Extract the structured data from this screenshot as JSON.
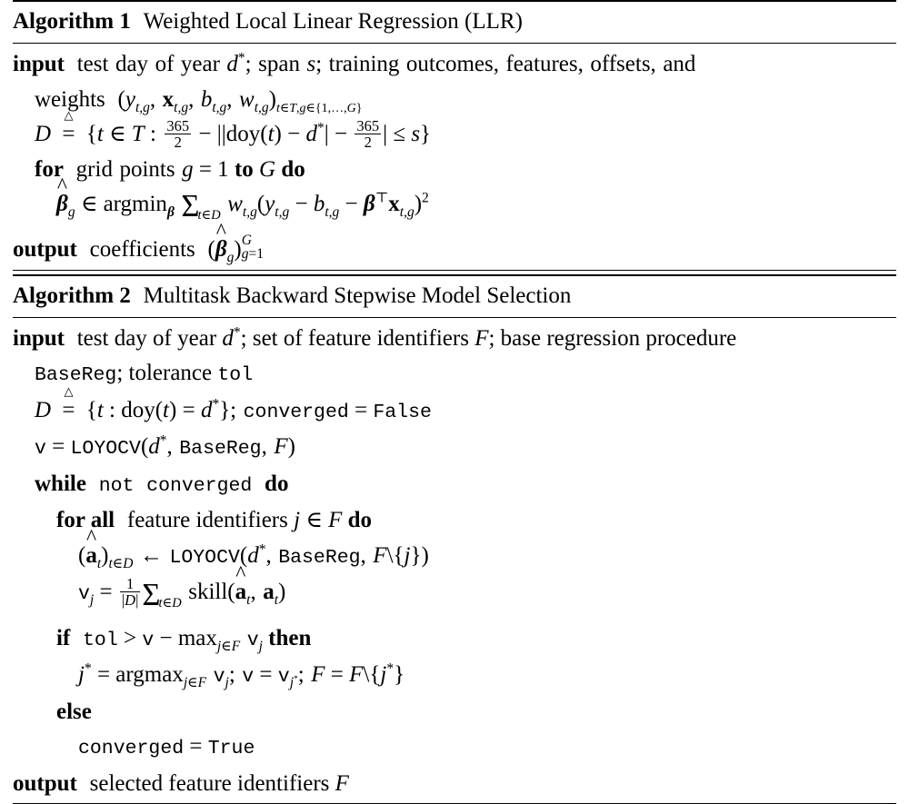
{
  "document": {
    "type": "algorithm-pseudocode-figure",
    "algorithms": [
      {
        "id": "algorithm-1",
        "label": "Algorithm 1",
        "title": "Weighted Local Linear Regression (LLR)",
        "lines": [
          {
            "indent": 0,
            "keyword": "input",
            "text": "test day of year d*; span s; training outcomes, features, offsets, and"
          },
          {
            "indent": 1,
            "keyword": "",
            "text": "weights (y_{t,g}, x_{t,g}, b_{t,g}, w_{t,g})_{t∈T, g∈{1,…,G}}"
          },
          {
            "indent": 1,
            "keyword": "",
            "text": "D ≜ {t ∈ T : 365/2 − ||doy(t) − d*| − 365/2| ≤ s}"
          },
          {
            "indent": 1,
            "keyword": "for",
            "text": "grid points g = 1 to G do"
          },
          {
            "indent": 2,
            "keyword": "",
            "text": "β̂_g ∈ argmin_β Σ_{t∈D} w_{t,g}(y_{t,g} − b_{t,g} − βᵀx_{t,g})²"
          },
          {
            "indent": 0,
            "keyword": "output",
            "text": "coefficients (β̂_g)_{g=1}^{G}"
          }
        ]
      },
      {
        "id": "algorithm-2",
        "label": "Algorithm 2",
        "title": "Multitask Backward Stepwise Model Selection",
        "lines": [
          {
            "indent": 0,
            "keyword": "input",
            "text": "test day of year d*; set of feature identifiers F; base regression procedure"
          },
          {
            "indent": 1,
            "keyword": "",
            "text": "BaseReg; tolerance tol"
          },
          {
            "indent": 1,
            "keyword": "",
            "text": "D ≜ {t : doy(t) = d*}; converged = False"
          },
          {
            "indent": 1,
            "keyword": "",
            "text": "v = LOYOCV(d*, BaseReg, F)"
          },
          {
            "indent": 1,
            "keyword": "while",
            "text": "not converged do"
          },
          {
            "indent": 2,
            "keyword": "for all",
            "text": "feature identifiers j ∈ F do"
          },
          {
            "indent": 3,
            "keyword": "",
            "text": "(â_t)_{t∈D} ← LOYOCV(d*, BaseReg, F\\{j})"
          },
          {
            "indent": 3,
            "keyword": "",
            "text": "v_j = 1/|D| Σ_{t∈D} skill(â_t, a_t)"
          },
          {
            "indent": 2,
            "keyword": "if",
            "text": "tol > v − max_{j∈F} v_j then"
          },
          {
            "indent": 3,
            "keyword": "",
            "text": "j* = argmax_{j∈F} v_j; v = v_{j*}; F = F\\{j*}"
          },
          {
            "indent": 2,
            "keyword": "else",
            "text": ""
          },
          {
            "indent": 3,
            "keyword": "",
            "text": "converged = True"
          },
          {
            "indent": 0,
            "keyword": "output",
            "text": "selected feature identifiers F"
          }
        ]
      }
    ],
    "symbols": {
      "constant_365": "365",
      "constant_2": "2",
      "constant_1_index": "1",
      "grid_upper": "G",
      "false_value": "False",
      "true_value": "True"
    }
  }
}
